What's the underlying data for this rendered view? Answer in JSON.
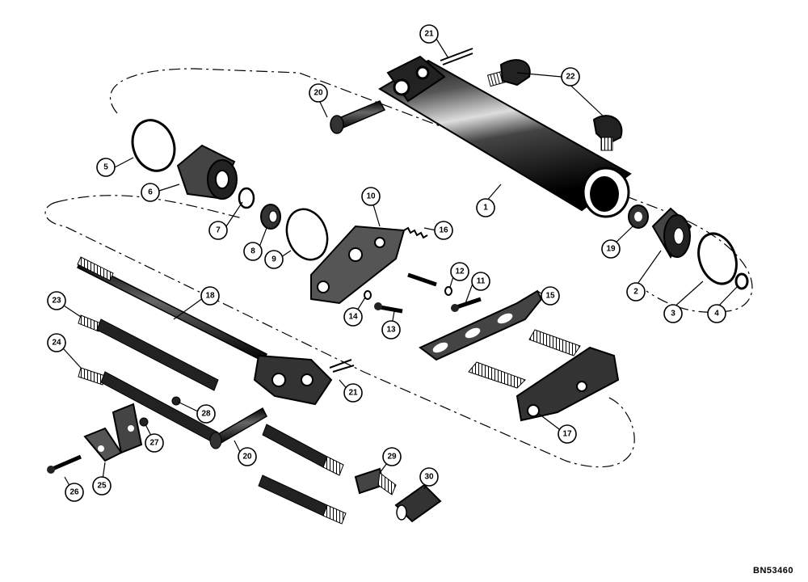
{
  "callouts": {
    "c1": "1",
    "c2": "2",
    "c3": "3",
    "c4": "4",
    "c5": "5",
    "c6": "6",
    "c7": "7",
    "c8": "8",
    "c9": "9",
    "c10": "10",
    "c11": "11",
    "c12": "12",
    "c13": "13",
    "c14": "14",
    "c15": "15",
    "c16": "16",
    "c17": "17",
    "c18": "18",
    "c19": "19",
    "c20a": "20",
    "c20b": "20",
    "c21a": "21",
    "c21b": "21",
    "c22": "22",
    "c23": "23",
    "c24": "24",
    "c25": "25",
    "c26": "26",
    "c27": "27",
    "c28": "28",
    "c29": "29",
    "c30": "30"
  },
  "drawing_number": "BN53460"
}
